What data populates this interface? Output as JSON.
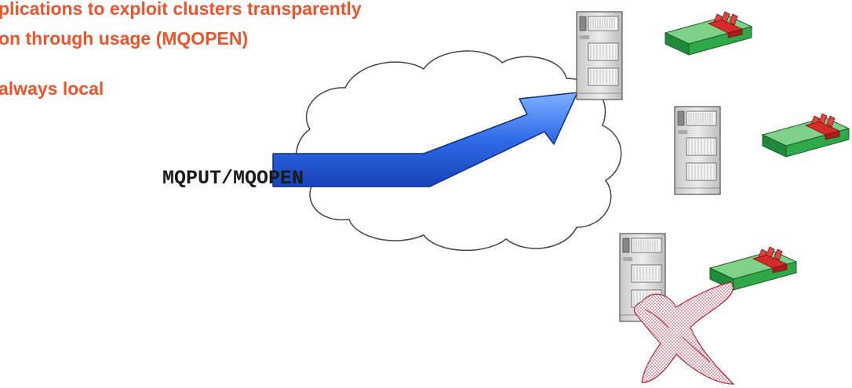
{
  "bullets": [
    "plications to exploit clusters transparently",
    "on through usage (MQOPEN)",
    "always local"
  ],
  "action_label": "MQPUT/MQOPEN",
  "colors": {
    "bullet_text": "#f0532a",
    "arrow": "#2f6be8",
    "queue_green": "#2fa84a",
    "queue_red": "#d42b2b",
    "server_gray": "#d9d9d9",
    "failure_x": "#e05a6a"
  },
  "icons": [
    "cloud-icon",
    "arrow-icon",
    "server-icon",
    "queue-icon",
    "failure-cross-icon"
  ]
}
